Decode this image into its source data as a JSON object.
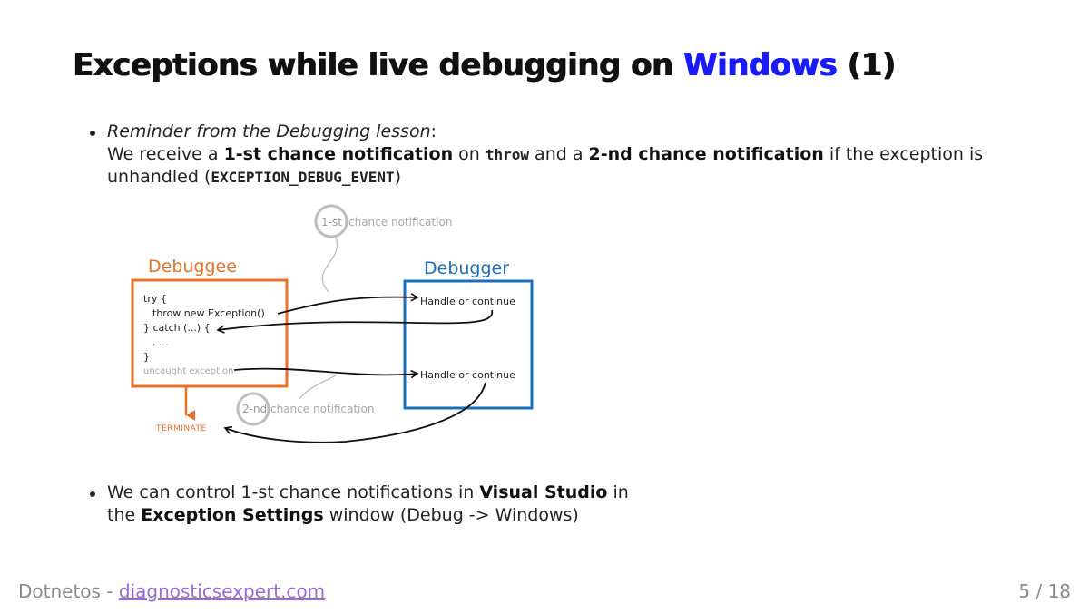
{
  "title": {
    "main": "Exceptions while live debugging on ",
    "accent": "Windows",
    "suffix": " (1)"
  },
  "bullet1": {
    "italic": "Reminder from the Debugging lesson",
    "colon": ":",
    "t1": "We receive a ",
    "b1": "1-st chance notification",
    "t2": " on ",
    "code1": "throw",
    "t3": " and a ",
    "b2": "2-nd chance notification",
    "t4": " if the exception is unhandled (",
    "code2": "EXCEPTION_DEBUG_EVENT",
    "t5": ")"
  },
  "diagram": {
    "debuggee_label": "Debuggee",
    "debugger_label": "Debugger",
    "code_lines": [
      "try {",
      "throw new Exception()",
      "} catch (...) {",
      ". . .",
      "}"
    ],
    "uncaught": "uncaught exception",
    "handle1": "Handle or continue",
    "handle2": "Handle or continue",
    "first_chance_num": "1-st",
    "first_chance_text": "chance notification",
    "second_chance_num": "2-nd",
    "second_chance_text": "chance notification",
    "terminate": "TERMINATE",
    "colors": {
      "debuggee": "#e8722c",
      "debugger": "#1e6fb8",
      "annotation": "#a8a8a8"
    }
  },
  "bullet2": {
    "t1": "We can control 1-st chance notifications in ",
    "b1": "Visual Studio",
    "t2": " in",
    "t3": "the ",
    "b2": "Exception Settings",
    "t4": " window (Debug -> Windows)"
  },
  "footer": {
    "brand": "Dotnetos - ",
    "link": "diagnosticsexpert.com",
    "page": "5 / 18"
  }
}
